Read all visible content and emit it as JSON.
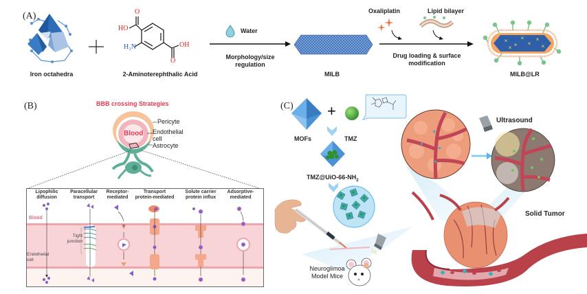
{
  "panels": {
    "A": {
      "label": "(A)",
      "reactant1": "Iron octahedra",
      "reactant2": "2-Aminoterephthalic Acid",
      "plus": "+",
      "chem_labels": {
        "ho": "HO",
        "oh": "OH",
        "o_top": "O",
        "o_bottom": "O",
        "amine": "H₂N"
      },
      "step1": {
        "reagent": "Water",
        "label_line1": "Morphology/size",
        "label_line2": "regulation"
      },
      "intermediate": "MILB",
      "step2": {
        "reagent1": "Oxaliplatin",
        "reagent2": "Lipid bilayer",
        "label_line1": "Drug loading & surface",
        "label_line2": "modification"
      },
      "product": "MILB@LR"
    },
    "B": {
      "label": "(B)",
      "title": "BBB crossing Strategies",
      "vessel_labels": {
        "blood": "Blood",
        "pericyte": "Pericyte",
        "endothelial_line1": "Endothelial",
        "endothelial_line2": "cell",
        "astrocyte": "Astrocyte"
      },
      "inset": {
        "blood_label": "Blood",
        "endothelial_line1": "Endothelial",
        "endothelial_line2": "cell",
        "tight_line1": "Tight",
        "tight_line2": "junction",
        "mechanisms": [
          {
            "line1": "Lipophilic",
            "line2": "diffusion"
          },
          {
            "line1": "Paracellular",
            "line2": "transport"
          },
          {
            "line1": "Receptor-",
            "line2": "mediated"
          },
          {
            "line1": "Transport",
            "line2": "protein-mediated"
          },
          {
            "line1": "Solute carrier",
            "line2": "protein influx"
          },
          {
            "line1": "Adsorptive-",
            "line2": "mediated"
          }
        ]
      }
    },
    "C": {
      "label": "(C)",
      "mofs": "MOFs",
      "tmz": "TMZ",
      "plus": "+",
      "composite": "TMZ@UiO-66-NH",
      "composite_sub": "2",
      "ultrasound": "Ultrasound",
      "solid_tumor": "Solid Tumor",
      "mice_line1": "Neuroglimoa",
      "mice_line2": "Model Mice"
    }
  },
  "colors": {
    "title_red": "#e53950",
    "mof_blue": "#3b7fc4",
    "amine_blue": "#2a56c6",
    "acid_red": "#e02020",
    "vessel_red": "#b8414a",
    "tumor_orange": "#e89070",
    "blood_pink": "#f6cfd3",
    "astro_green": "#5fae98",
    "drug_green": "#4fae3a",
    "ligand_green": "#7cc48a",
    "oxaliplatin_orange": "#ee6b3b",
    "particle_purple": "#8a5cc7"
  }
}
